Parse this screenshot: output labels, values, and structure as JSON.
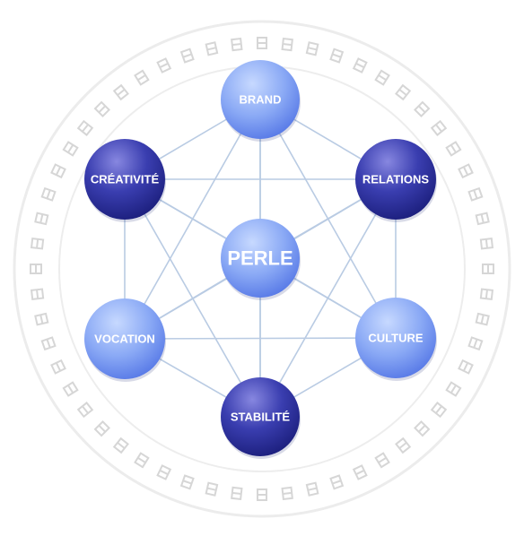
{
  "diagram": {
    "center": {
      "label": "PERLE",
      "style": "light"
    },
    "nodes": [
      {
        "key": "brand",
        "label": "BRAND",
        "style": "light"
      },
      {
        "key": "relations",
        "label": "RELATIONS",
        "style": "dark"
      },
      {
        "key": "culture",
        "label": "CULTURE",
        "style": "light"
      },
      {
        "key": "stabilite",
        "label": "STABILITÉ",
        "style": "dark"
      },
      {
        "key": "vocation",
        "label": "VOCATION",
        "style": "light"
      },
      {
        "key": "creativite",
        "label": "CRÉATIVITÉ",
        "style": "dark"
      }
    ]
  },
  "colors": {
    "light_top": "#a9c5ff",
    "light_bottom": "#5577e6",
    "dark_top": "#6f6fd6",
    "dark_bottom": "#1c1f7d",
    "connector": "#b9cbe3",
    "ring": "#e6e6e6",
    "glyph": "#d6d6d6"
  }
}
